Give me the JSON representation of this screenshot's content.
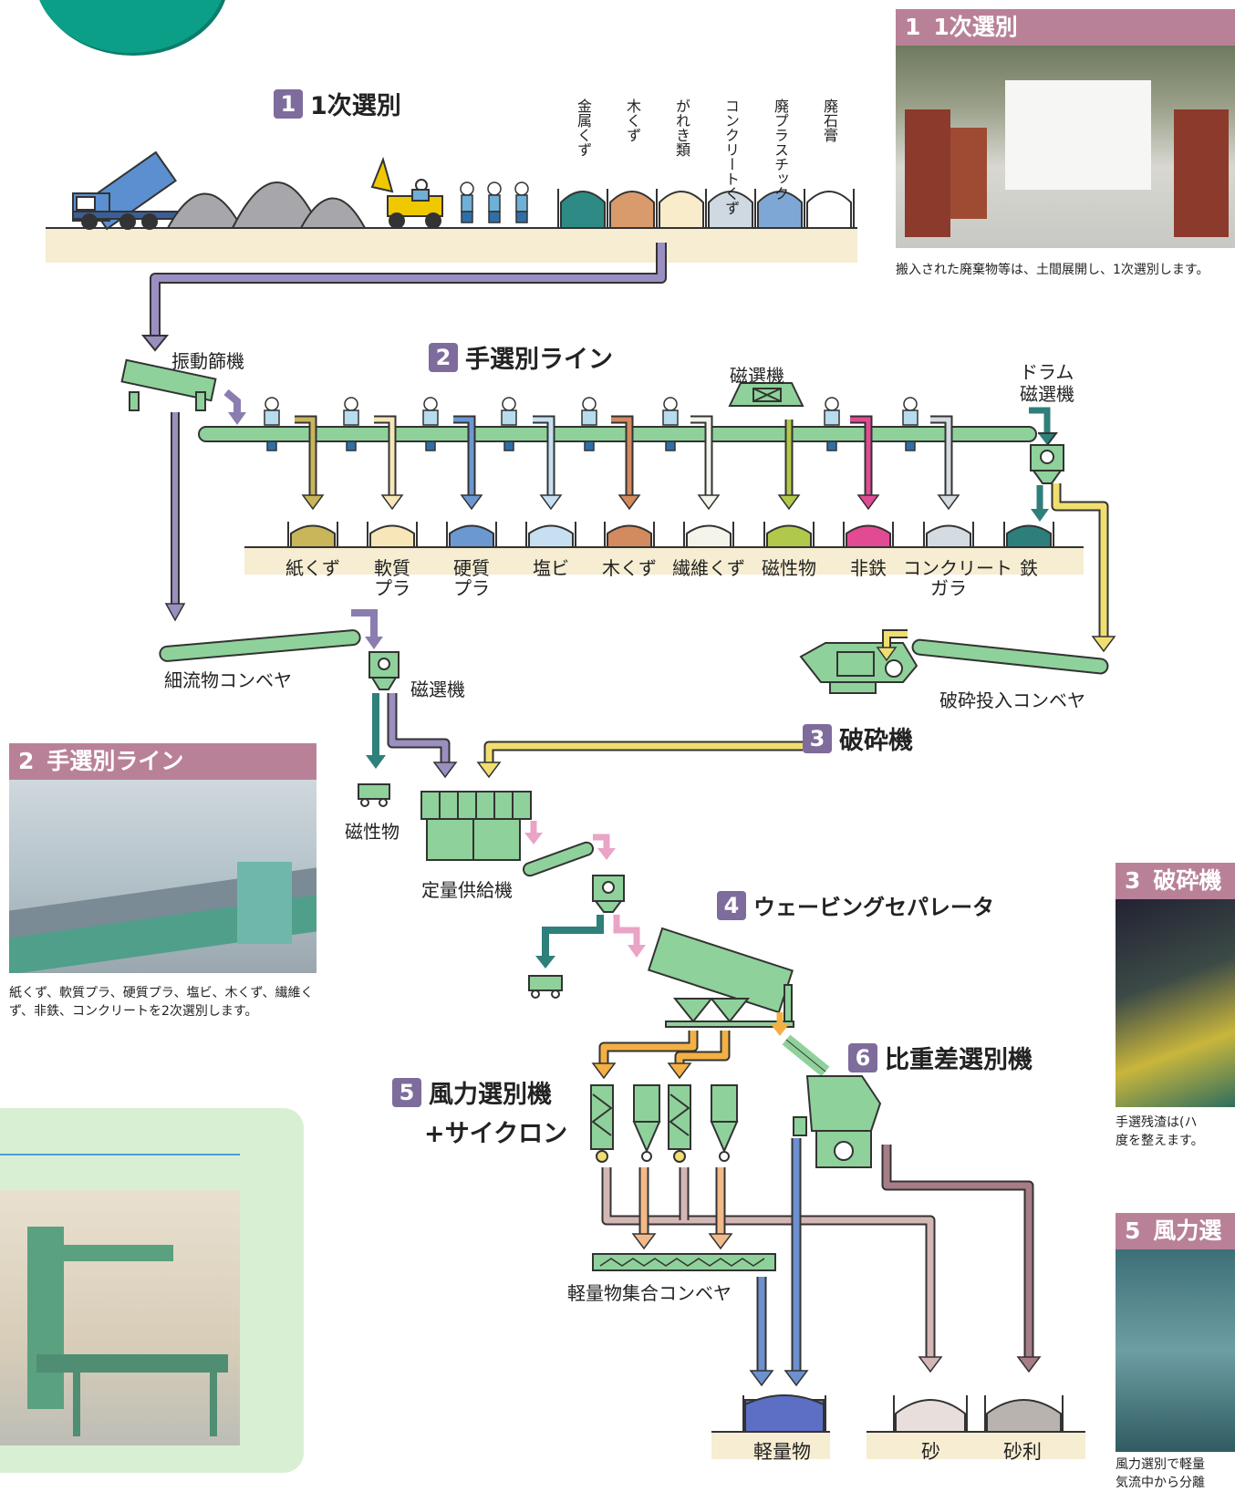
{
  "stages": {
    "s1": {
      "num": "1",
      "title": "1次選別"
    },
    "s2": {
      "num": "2",
      "title": "手選別ライン"
    },
    "s3": {
      "num": "3",
      "title": "破砕機"
    },
    "s4": {
      "num": "4",
      "title": "ウェービングセパレータ"
    },
    "s5": {
      "num": "5",
      "title_line1": "風力選別機",
      "title_line2": "+サイクロン"
    },
    "s6": {
      "num": "6",
      "title": "比重差選別機"
    }
  },
  "primary_categories": [
    {
      "label": "金属くず",
      "color": "#2e8a84"
    },
    {
      "label": "木くず",
      "color": "#d99a6c"
    },
    {
      "label": "がれき類",
      "color": "#f8eccb"
    },
    {
      "label": "コンクリートくず",
      "color": "#cfd9e1"
    },
    {
      "label": "廃プラスチック",
      "color": "#7fa7d6"
    },
    {
      "label": "廃石膏",
      "color": "#ffffff"
    }
  ],
  "machines": {
    "vibrating_screen": "振動篩機",
    "magnetic_separator": "磁選機",
    "drum_magnetic": "ドラム\n磁選機",
    "fine_conveyor": "細流物コンベヤ",
    "magnetic_separator2": "磁選機",
    "crusher_feed_conveyor": "破砕投入コンベヤ",
    "magnetic_material": "磁性物",
    "metering_feeder": "定量供給機",
    "light_collect_conveyor": "軽量物集合コンベヤ"
  },
  "hand_bins": [
    {
      "label": "紙くず",
      "color": "#c9b55a"
    },
    {
      "label": "軟質\nプラ",
      "color": "#f7e7b8"
    },
    {
      "label": "硬質\nプラ",
      "color": "#6c98d1"
    },
    {
      "label": "塩ビ",
      "color": "#c6e0f2"
    },
    {
      "label": "木くず",
      "color": "#d28a5e"
    },
    {
      "label": "繊維くず",
      "color": "#f4f4ea"
    },
    {
      "label": "磁性物",
      "color": "#b1c94a"
    },
    {
      "label": "非鉄",
      "color": "#e34a94"
    },
    {
      "label": "コンクリート\nガラ",
      "color": "#d4dbe1"
    },
    {
      "label": "鉄",
      "color": "#2d7f7c"
    }
  ],
  "outputs": {
    "light": "軽量物",
    "sand": "砂",
    "gravel": "砂利"
  },
  "cards": {
    "c1": {
      "num": "1",
      "title": "1次選別",
      "caption": "搬入された廃棄物等は、土間展開し、1次選別します。"
    },
    "c2": {
      "num": "2",
      "title": "手選別ライン",
      "caption": "紙くず、軟質プラ、硬質プラ、塩ビ、木くず、繊維くず、非鉄、コンクリートを2次選別します。"
    },
    "c3": {
      "num": "3",
      "title": "破砕機",
      "caption": "手選残渣は(ハ\n度を整えます。"
    },
    "c5": {
      "num": "5",
      "title": "風力選",
      "caption": "風力選別で軽量\n気流中から分離"
    }
  },
  "colors": {
    "purple": "#8b7db0",
    "green": "#8fd19a",
    "teal": "#2f7f7a",
    "yellow": "#f0df70",
    "orange": "#f4b044",
    "pink": "#e9a4c6",
    "blue": "#6d90cf",
    "mauve": "#a77d87",
    "ground": "#f5ecd2"
  }
}
